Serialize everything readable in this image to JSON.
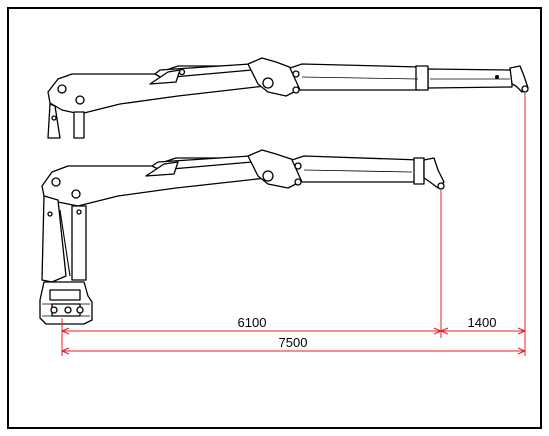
{
  "drawing": {
    "dimensions": {
      "inner": "6100",
      "outer": "1400",
      "total": "7500"
    },
    "colors": {
      "dimension_line": "#e0202a",
      "ink": "#000000",
      "background": "#ffffff"
    }
  }
}
